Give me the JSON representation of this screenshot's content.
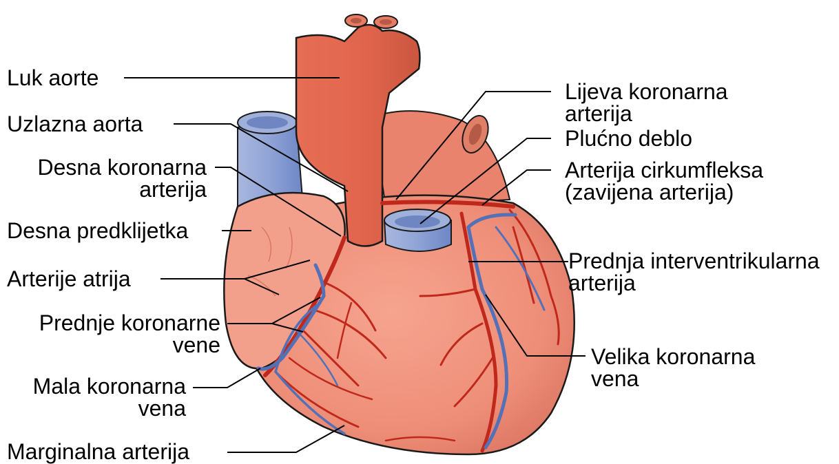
{
  "labels": {
    "luk_aorte": [
      "Luk aorte"
    ],
    "uzlazna_aorta": [
      "Uzlazna aorta"
    ],
    "desna_koronarna_arterija": [
      "Desna koronarna",
      "arterija"
    ],
    "desna_predklijetka": [
      "Desna predklijetka"
    ],
    "arterije_atrija": [
      "Arterije atrija"
    ],
    "prednje_koronarne_vene": [
      "Prednje koronarne",
      "vene"
    ],
    "mala_koronarna_vena": [
      "Mala koronarna",
      "vena"
    ],
    "marginalna_arterija": [
      "Marginalna arterija"
    ],
    "lijeva_koronarna_arterija": [
      "Lijeva koronarna",
      "arterija"
    ],
    "plucno_deblo": [
      "Plućno deblo"
    ],
    "arterija_cirkumfleksa": [
      "Arterija cirkumfleksa",
      "(zavijena arterija)"
    ],
    "prednja_interventrikularna_arterija": [
      "Prednja interventrikularna",
      "arterija"
    ],
    "velika_koronarna_vena": [
      "Velika koronarna",
      "vena"
    ]
  },
  "colors": {
    "myocardium": "#ee8e78",
    "myocardium_dark": "#d96a55",
    "aorta": "#e0644c",
    "vein": "#8fa3d6",
    "vein_dark": "#4f6fb5",
    "artery": "#c0281c",
    "outline": "#1a1a1a"
  }
}
